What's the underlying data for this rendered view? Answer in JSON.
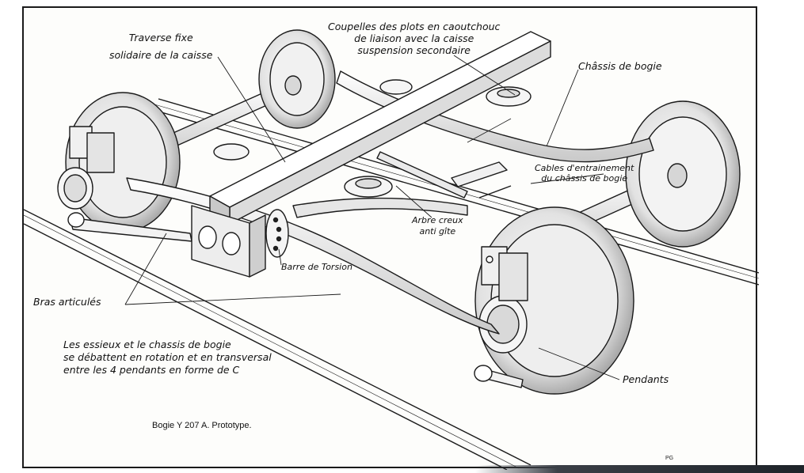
{
  "labels": {
    "traverse": [
      "Traverse fixe",
      "solidaire de la caisse"
    ],
    "coupelles": [
      "Coupelles des plots en caoutchouc",
      "de liaison avec la caisse",
      "suspension secondaire"
    ],
    "chassis": "Châssis de bogie",
    "cables": [
      "Cables d'entrainement",
      "du châssis de bogie"
    ],
    "arbre": [
      "Arbre creux",
      "anti gîte"
    ],
    "barre": "Barre de Torsion",
    "bras": "Bras articulés",
    "pendants": "Pendants",
    "note": [
      "Les essieux et le chassis de bogie",
      "se débattent en rotation et en transversal",
      "entre les 4 pendants en forme de C"
    ]
  },
  "caption": "Bogie  Y 207 A.  Prototype.",
  "initials": "PG"
}
